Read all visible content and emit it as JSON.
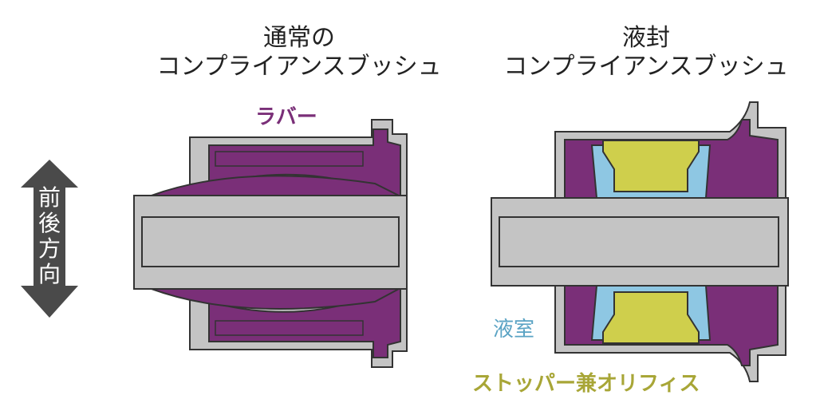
{
  "left_title": {
    "line1": "通常の",
    "line2": "コンプライアンスブッシュ"
  },
  "right_title": {
    "line1": "液封",
    "line2": "コンプライアンスブッシュ"
  },
  "labels": {
    "rubber": "ラバー",
    "fluid_chamber": "液室",
    "stopper_orifice": "ストッパー兼オリフィス"
  },
  "direction_arrow": {
    "chars": [
      "前",
      "後",
      "方",
      "向"
    ]
  },
  "colors": {
    "rubber": "#7a2f78",
    "metal": "#c4c4c4",
    "fluid": "#8ec7e3",
    "stopper": "#cfcf4c",
    "arrow": "#4a4a4a"
  }
}
